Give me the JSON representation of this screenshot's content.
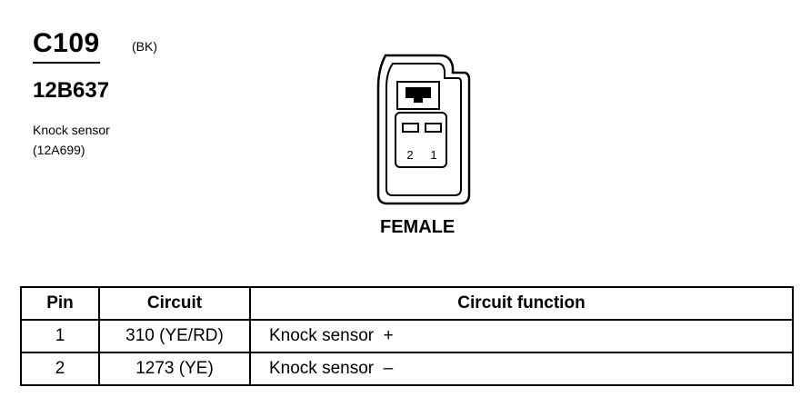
{
  "connector": {
    "id": "C109",
    "color_code": "(BK)",
    "part_number": "12B637",
    "component_name": "Knock sensor",
    "component_number": "(12A699)",
    "gender": "FEMALE",
    "cavity_labels": [
      "2",
      "1"
    ]
  },
  "table": {
    "headers": [
      "Pin",
      "Circuit",
      "Circuit function"
    ],
    "rows": [
      {
        "pin": "1",
        "circuit": "310 (YE/RD)",
        "function": "Knock sensor  +"
      },
      {
        "pin": "2",
        "circuit": "1273 (YE)",
        "function": "Knock sensor  –"
      }
    ]
  }
}
